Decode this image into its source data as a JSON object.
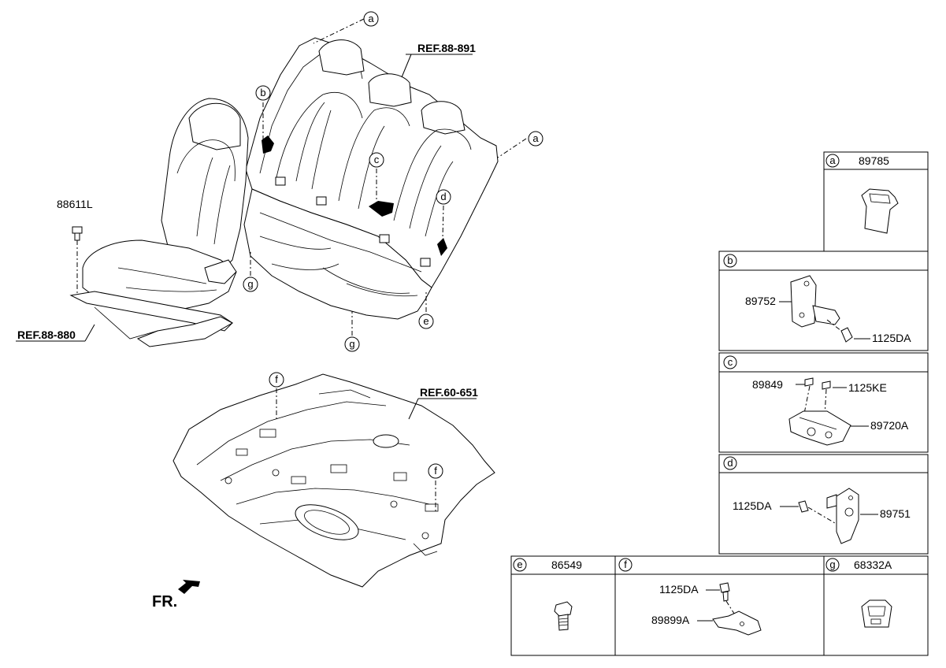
{
  "main_labels": {
    "ref_back": "REF.88-891",
    "ref_front_seat": "REF.88-880",
    "ref_floor": "REF.60-651",
    "part_front_bolt": "88611L",
    "fr": "FR."
  },
  "callouts": {
    "a": "a",
    "b": "b",
    "c": "c",
    "d": "d",
    "e": "e",
    "f": "f",
    "g": "g"
  },
  "boxes": {
    "a": {
      "letter": "a",
      "part": "89785"
    },
    "b": {
      "letter": "b",
      "parts": [
        "89752",
        "1125DA"
      ]
    },
    "c": {
      "letter": "c",
      "parts": [
        "89849",
        "1125KE",
        "89720A"
      ]
    },
    "d": {
      "letter": "d",
      "parts": [
        "1125DA",
        "89751"
      ]
    },
    "e": {
      "letter": "e",
      "part": "86549"
    },
    "f": {
      "letter": "f",
      "parts": [
        "1125DA",
        "89899A"
      ]
    },
    "g": {
      "letter": "g",
      "part": "68332A"
    }
  }
}
